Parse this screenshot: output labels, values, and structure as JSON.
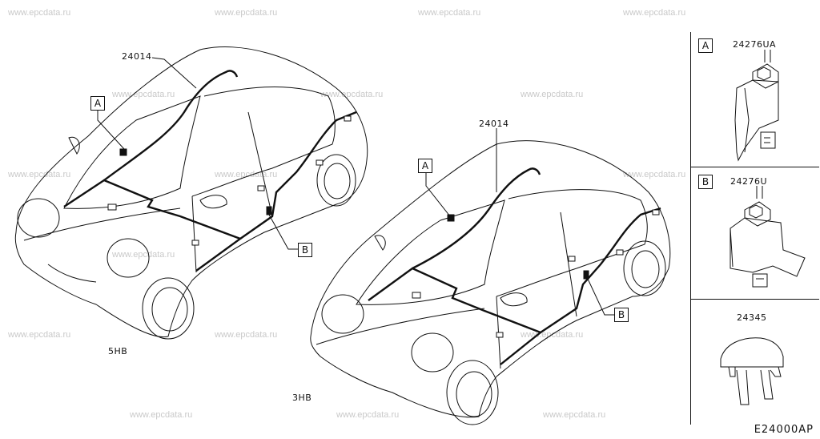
{
  "watermark": "www.epcdata.ru",
  "diagram_code": "E24000AP",
  "car_5hb": {
    "variant_label": "5HB",
    "harness_part": "24014",
    "callout_a": "A",
    "callout_b": "B"
  },
  "car_3hb": {
    "variant_label": "3HB",
    "harness_part": "24014",
    "callout_a": "A",
    "callout_b": "B"
  },
  "parts_panel": [
    {
      "key": "A",
      "part_number": "24276UA"
    },
    {
      "key": "B",
      "part_number": "24276U"
    },
    {
      "key": "",
      "part_number": "24345"
    }
  ]
}
